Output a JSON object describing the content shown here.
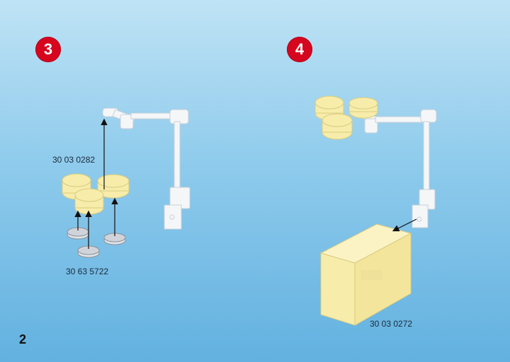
{
  "page_number": "2",
  "steps": [
    {
      "number": "3",
      "part_labels": [
        "30 03 0282",
        "30 63 5722"
      ]
    },
    {
      "number": "4",
      "part_labels": [
        "30 03 0272"
      ]
    }
  ],
  "colors": {
    "badge": "#d6061e",
    "part_yellow": "#f7ecaa",
    "part_white": "#f4f6f8"
  }
}
